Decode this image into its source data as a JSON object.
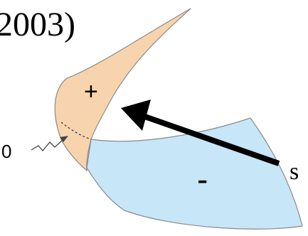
{
  "heading_fragment": "2003)",
  "labels": {
    "positive": "+",
    "negative": "-",
    "zero": "0",
    "edge_text": "s"
  },
  "colors": {
    "positive_region": "#f7d4ad",
    "negative_region": "#c7e6f8",
    "outline": "#8a8a8a",
    "arrow": "#000000"
  }
}
